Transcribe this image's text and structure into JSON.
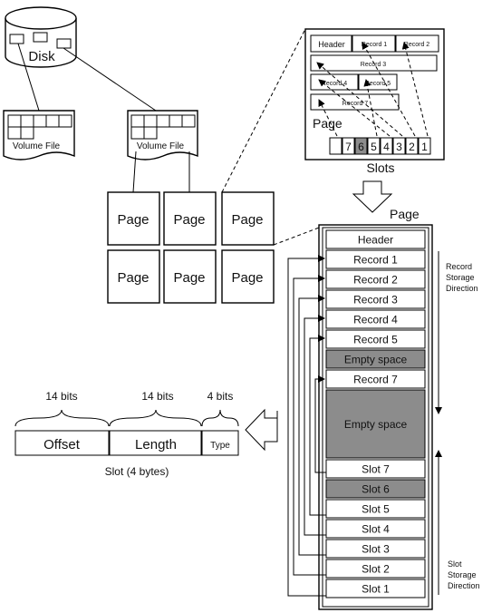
{
  "disk": {
    "label": "Disk"
  },
  "volumes": [
    {
      "label": "Volume File"
    },
    {
      "label": "Volume File"
    }
  ],
  "pages_grid": {
    "labels": [
      "Page",
      "Page",
      "Page",
      "Page",
      "Page",
      "Page"
    ]
  },
  "mini_page": {
    "header": "Header",
    "records": [
      "Record 1",
      "Record 2",
      "Record 3",
      "Record 4",
      "Record 5",
      "Record 7"
    ],
    "page_label": "Page",
    "slots": [
      "7",
      "6",
      "5",
      "4",
      "3",
      "2",
      "1"
    ],
    "slots_label": "Slots"
  },
  "big_page": {
    "title": "Page",
    "rows": [
      {
        "label": "Header",
        "shade": false
      },
      {
        "label": "Record 1",
        "shade": false
      },
      {
        "label": "Record 2",
        "shade": false
      },
      {
        "label": "Record 3",
        "shade": false
      },
      {
        "label": "Record 4",
        "shade": false
      },
      {
        "label": "Record 5",
        "shade": false
      },
      {
        "label": "Empty space",
        "shade": true
      },
      {
        "label": "Record 7",
        "shade": false
      },
      {
        "label": "Empty space",
        "shade": true
      },
      {
        "label": "Slot 7",
        "shade": false
      },
      {
        "label": "Slot 6",
        "shade": true
      },
      {
        "label": "Slot 5",
        "shade": false
      },
      {
        "label": "Slot 4",
        "shade": false
      },
      {
        "label": "Slot 3",
        "shade": false
      },
      {
        "label": "Slot 2",
        "shade": false
      },
      {
        "label": "Slot 1",
        "shade": false
      }
    ],
    "record_direction": [
      "Record",
      "Storage",
      "Direction"
    ],
    "slot_direction": [
      "Slot",
      "Storage",
      "Direction"
    ]
  },
  "slot_format": {
    "fields": [
      {
        "name": "Offset",
        "bits": "14 bits"
      },
      {
        "name": "Length",
        "bits": "14 bits"
      },
      {
        "name": "Type",
        "bits": "4 bits"
      }
    ],
    "caption": "Slot (4 bytes)"
  },
  "colors": {
    "shade": "#8c8c8c",
    "line": "#000000"
  }
}
